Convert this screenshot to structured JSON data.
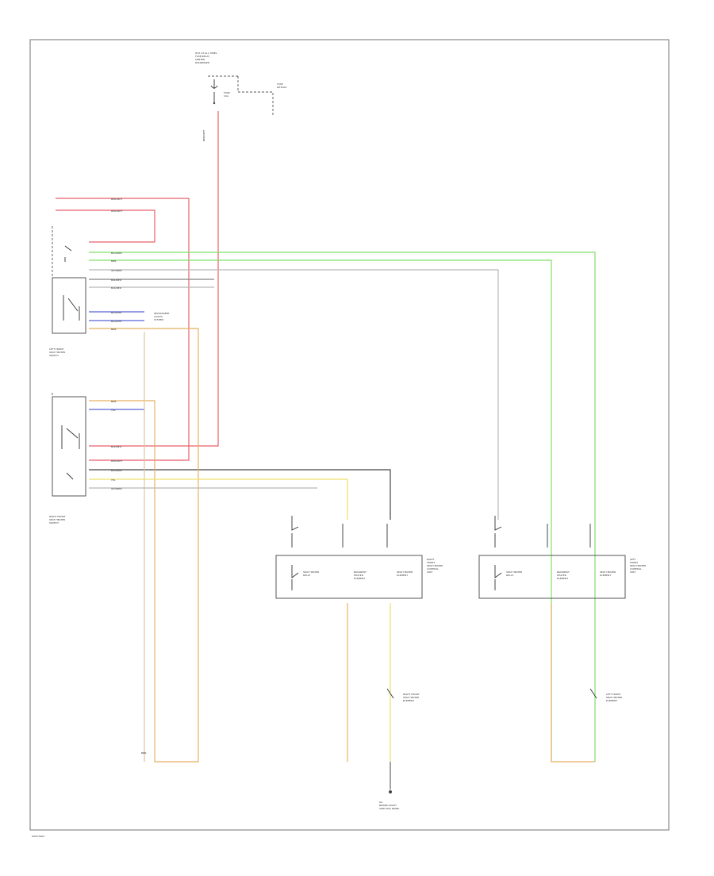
{
  "diagram": {
    "footer_code": "W0274001",
    "labels": {
      "top_fuse_box": "HOT AT ALL TIMES\nFUSE/RELAY\nCENTER\nPASSENGER",
      "fuse": "FUSE\n10A",
      "fuse_note": "FUSE\nDETAILS",
      "left_switch": "LEFT FRONT\nSEAT HEATER\nSWITCH",
      "right_switch": "RIGHT FRONT\nSEAT HEATER\nSWITCH",
      "instrument_lights": "INSTRUMENT\nLIGHTS\nSYSTEM",
      "right_module": "RIGHT\nFRONT\nSEAT HEATER\nCONTROL\nUNIT",
      "left_module": "LEFT\nFRONT\nSEAT HEATER\nCONTROL\nUNIT",
      "right_seat_element": "RIGHT FRONT\nSEAT HEATER\nELEMENT",
      "left_seat_element": "LEFT FRONT\nSEAT HEATER\nELEMENT",
      "ground": "G4\nBEHIND RIGHT\nSIDE KICK PANEL",
      "module_cells": [
        "SEAT HEATER\nRELAY",
        "BACKREST\nHEATER\nELEMENT",
        "SEAT HEATER\nELEMENT"
      ]
    },
    "wire_tags": [
      "RED/WHT",
      "RED/WHT",
      "BLU/GRN",
      "BRN",
      "GRY/BRN",
      "BLK/RED",
      "BLK/RED",
      "BRN",
      "BLU/WHT",
      "BLU/WHT",
      "BRN",
      "YEL",
      "BLK/RED",
      "RED/WHT",
      "BLU/GRN",
      "YEL",
      "GRY/BRN",
      "BRN"
    ]
  }
}
